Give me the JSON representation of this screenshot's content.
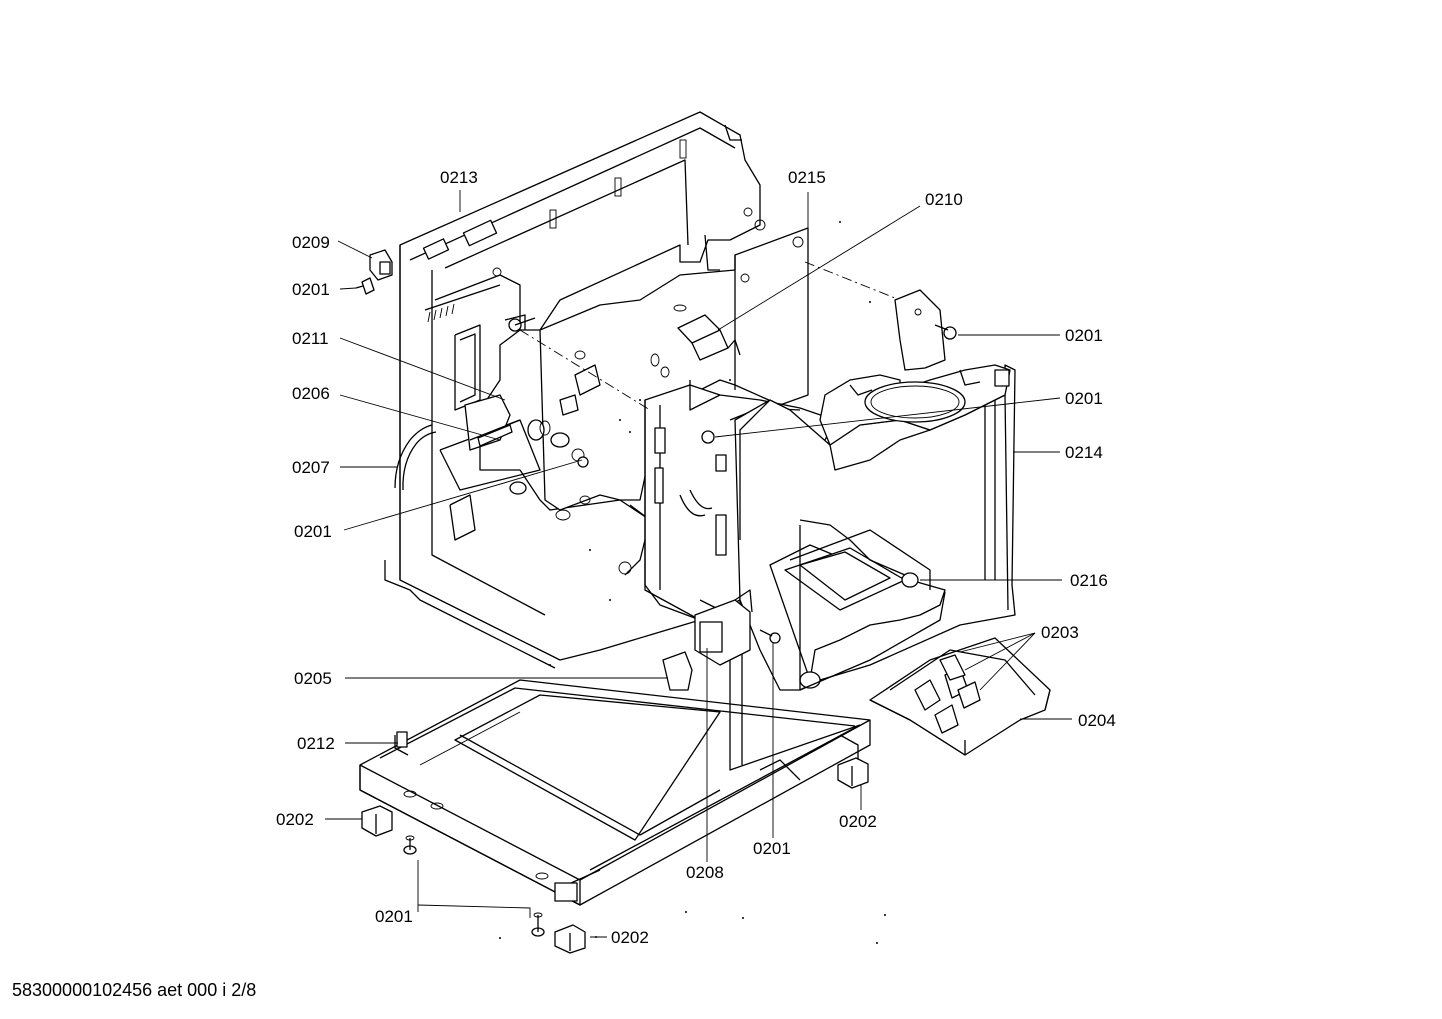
{
  "document_id": "58300000102456 aet 000 i 2/8",
  "callouts": [
    {
      "id": "c0213",
      "label": "0213"
    },
    {
      "id": "c0209",
      "label": "0209"
    },
    {
      "id": "c0201a",
      "label": "0201"
    },
    {
      "id": "c0211",
      "label": "0211"
    },
    {
      "id": "c0206",
      "label": "0206"
    },
    {
      "id": "c0207",
      "label": "0207"
    },
    {
      "id": "c0201b",
      "label": "0201"
    },
    {
      "id": "c0205",
      "label": "0205"
    },
    {
      "id": "c0212",
      "label": "0212"
    },
    {
      "id": "c0202a",
      "label": "0202"
    },
    {
      "id": "c0201c",
      "label": "0201"
    },
    {
      "id": "c0202b",
      "label": "0202"
    },
    {
      "id": "c0208",
      "label": "0208"
    },
    {
      "id": "c0201d",
      "label": "0201"
    },
    {
      "id": "c0202c",
      "label": "0202"
    },
    {
      "id": "c0215",
      "label": "0215"
    },
    {
      "id": "c0210",
      "label": "0210"
    },
    {
      "id": "c0201e",
      "label": "0201"
    },
    {
      "id": "c0201f",
      "label": "0201"
    },
    {
      "id": "c0214",
      "label": "0214"
    },
    {
      "id": "c0216",
      "label": "0216"
    },
    {
      "id": "c0203",
      "label": "0203"
    },
    {
      "id": "c0204",
      "label": "0204"
    }
  ]
}
